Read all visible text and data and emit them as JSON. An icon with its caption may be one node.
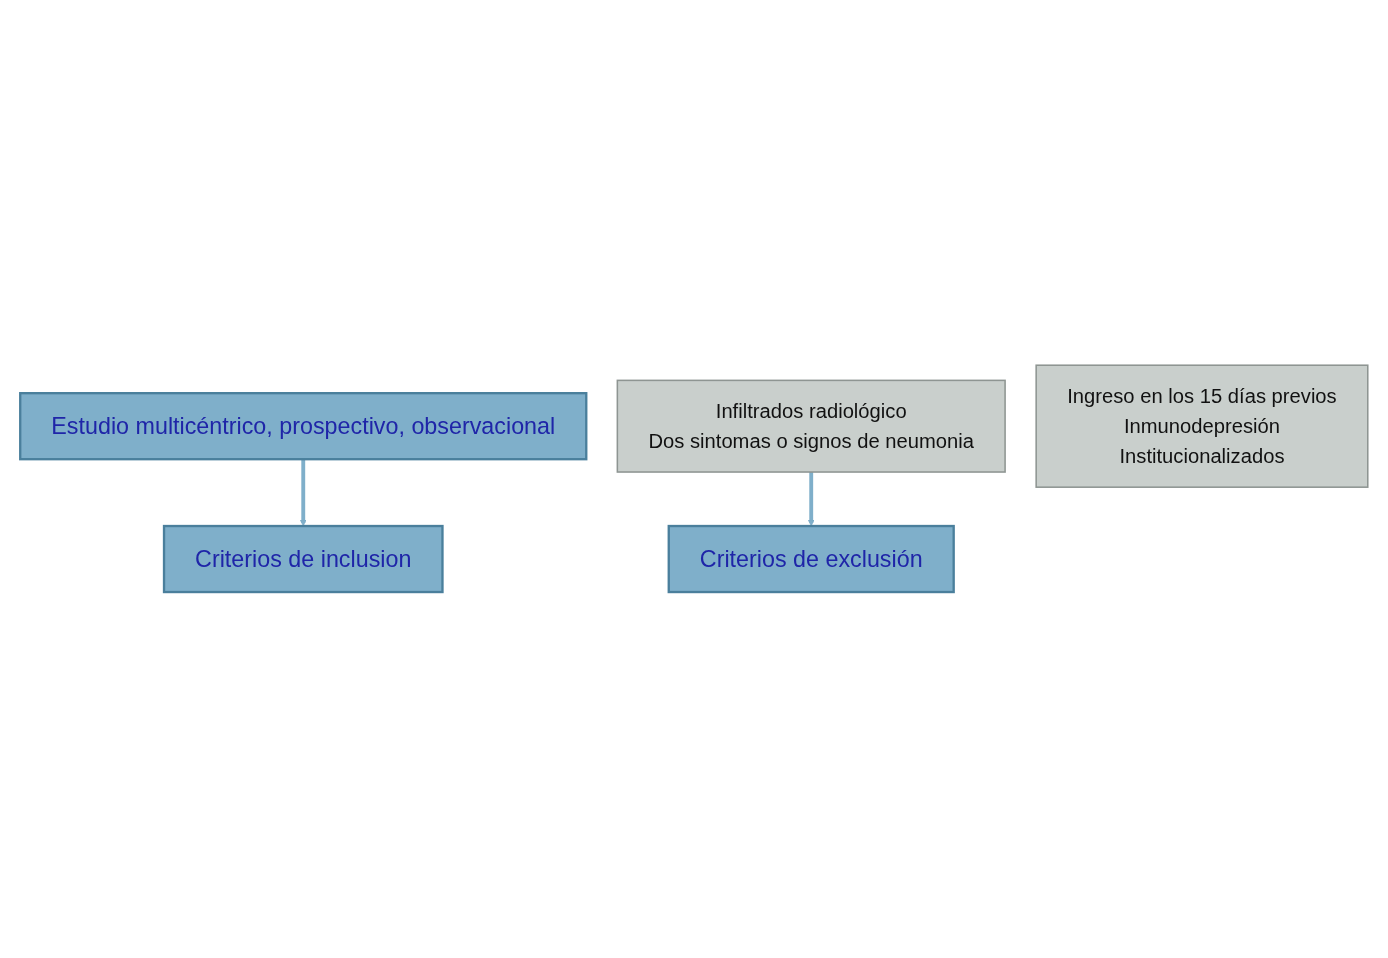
{
  "diagram": {
    "nodes": [
      {
        "text": [
          "Estudio multicéntrico, prospectivo, observacional"
        ]
      },
      {
        "text": [
          "Criterios de inclusion"
        ]
      },
      {
        "text": [
          "Infiltrados radiológico",
          "Dos sintomas o signos de neumonia"
        ]
      },
      {
        "text": [
          "Criterios de exclusión"
        ]
      },
      {
        "text": [
          "Ingreso en los 15 días previos",
          "Inmunodepresión",
          "Institucionalizados"
        ]
      }
    ],
    "edges": [
      {
        "from": 0,
        "to": 1,
        "arrow": "to"
      },
      {
        "from": 2,
        "to": 3,
        "arrow": "to"
      }
    ]
  }
}
